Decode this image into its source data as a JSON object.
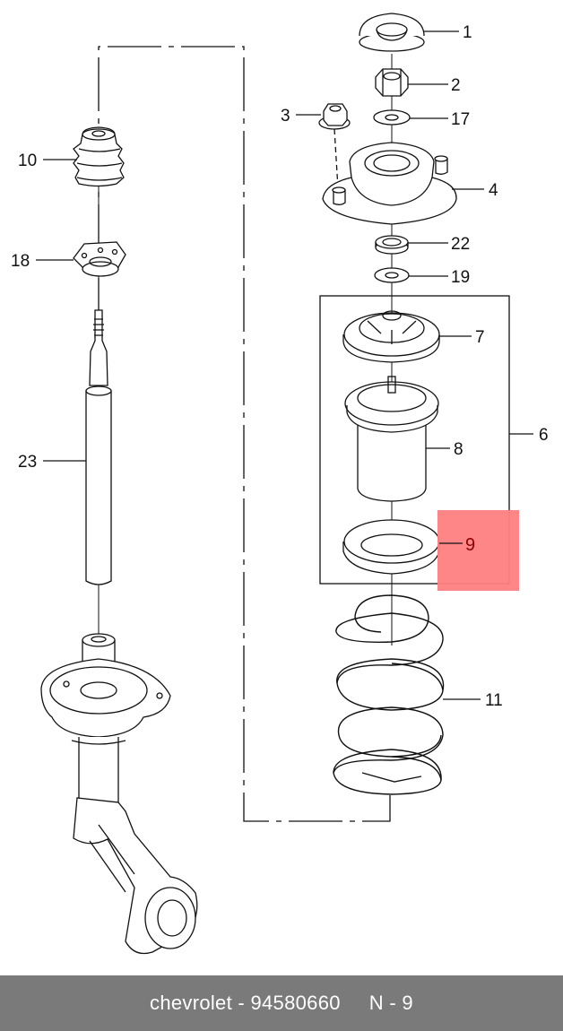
{
  "diagram": {
    "callouts": [
      {
        "id": "1",
        "label": "1"
      },
      {
        "id": "2",
        "label": "2"
      },
      {
        "id": "3",
        "label": "3"
      },
      {
        "id": "17",
        "label": "17"
      },
      {
        "id": "4",
        "label": "4"
      },
      {
        "id": "22",
        "label": "22"
      },
      {
        "id": "19",
        "label": "19"
      },
      {
        "id": "7",
        "label": "7"
      },
      {
        "id": "6",
        "label": "6"
      },
      {
        "id": "8",
        "label": "8"
      },
      {
        "id": "9",
        "label": "9"
      },
      {
        "id": "11",
        "label": "11"
      },
      {
        "id": "10",
        "label": "10"
      },
      {
        "id": "18",
        "label": "18"
      },
      {
        "id": "23",
        "label": "23"
      }
    ],
    "highlighted_callout": "9",
    "highlight_color": "#ff8080",
    "line_color": "#111111"
  },
  "footer": {
    "brand": "chevrolet",
    "separator": "-",
    "part_number": "94580660",
    "position_label": "N - 9"
  }
}
